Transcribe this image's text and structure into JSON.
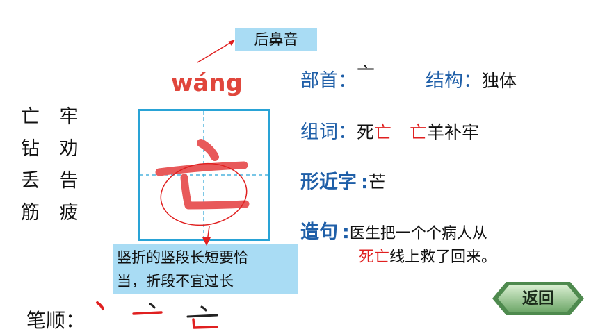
{
  "word_list": [
    "亡 牢",
    "钻 劝",
    "丢 告",
    "筋 疲"
  ],
  "note_top": "后鼻音",
  "pinyin": "wáng",
  "character": "亡",
  "note_bottom": [
    "竖折的竖段长短要恰",
    "当，折段不宜过长"
  ],
  "bushou": {
    "label": "部首",
    "value": "亠"
  },
  "jiegou": {
    "label": "结构",
    "value": "独体"
  },
  "zuci": {
    "label": "组词",
    "word1_a": "死",
    "word1_b": "亡",
    "word2_a": "亡",
    "word2_b": "羊补牢"
  },
  "xingjinzi": {
    "label": "形近字",
    "value": "芒"
  },
  "zaoju": {
    "label": "造句",
    "line1": "医生把一个个病人从",
    "line2_red": "死亡",
    "line2_rest": "线上救了回来。"
  },
  "bishun": {
    "label": "笔顺"
  },
  "back_button": "返回",
  "colors": {
    "label_blue": "#1f5fa8",
    "red": "#e02020",
    "note_bg": "#a9dcf4",
    "grid_border": "#29a3d6"
  }
}
